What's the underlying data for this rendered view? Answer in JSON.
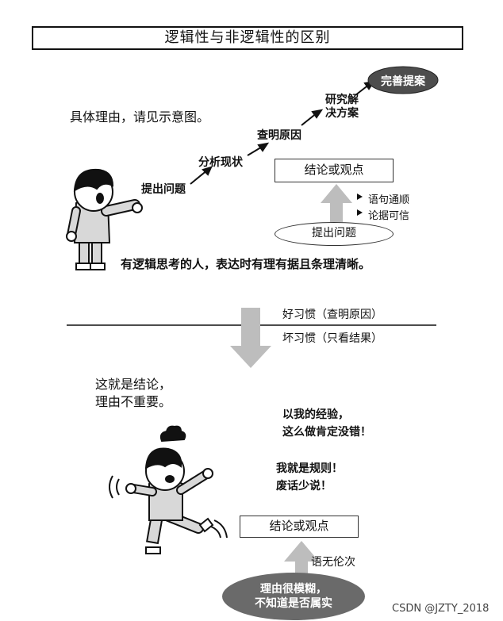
{
  "title": "逻辑性与非逻辑性的区别",
  "top": {
    "intro": "具体理由，请见示意图。",
    "steps": [
      "提出问题",
      "分析现状",
      "查明原因",
      "研究解\n决方案"
    ],
    "goal": "完善提案",
    "conclusion_box": "结论或观点",
    "bullets": [
      "语句通顺",
      "论据可信"
    ],
    "base_oval": "提出问题",
    "caption": "有逻辑思考的人，表达时有理有据且条理清晰。"
  },
  "divider": {
    "good_habit": "好习惯（查明原因）",
    "bad_habit": "坏习惯（只看结果）"
  },
  "bottom": {
    "bubble_left": "这就是结论，\n理由不重要。",
    "bubble_right_1": "以我的经验，\n这么做肯定没错！",
    "bubble_right_2": "我就是规则！\n废话少说！",
    "conclusion_box": "结论或观点",
    "arrow_label": "语无伦次",
    "base_oval": "理由很模糊，\n不知道是否属实"
  },
  "watermark": "CSDN @JZTY_2018",
  "colors": {
    "arrow_gray": "#bdbdbd",
    "dark_oval": "#4d4d4d",
    "figure_fill": "#d8d8d8"
  }
}
